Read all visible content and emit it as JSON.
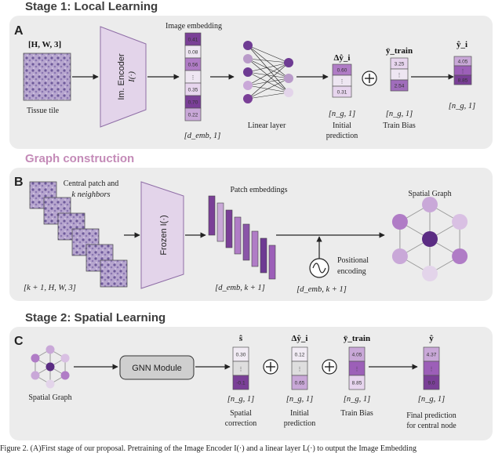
{
  "stage1": {
    "title": "Stage 1: Local Learning",
    "letter": "A",
    "input_shape": "[H, W, 3]",
    "tissue_label": "Tissue tile",
    "encoder_label": "Im. Encoder",
    "encoder_fn": "I(·)",
    "embedding_title": "Image embedding",
    "embedding_values": [
      "0.41",
      "0.08",
      "0.56",
      "⋮",
      "0.35",
      "0.70",
      "0.22"
    ],
    "embedding_dim": "[d_emb, 1]",
    "linear_label": "Linear layer",
    "delta_symbol": "Δŷ_i",
    "initial_values": [
      "0.60",
      "⋮",
      "0.31"
    ],
    "initial_dim": "[n_g, 1]",
    "initial_label_1": "Initial",
    "initial_label_2": "prediction",
    "train_symbol": "ȳ_train",
    "train_values": [
      "3.25",
      "⋮",
      "2.54"
    ],
    "train_dim": "[n_g, 1]",
    "train_label": "Train Bias",
    "output_symbol": "ŷ_i",
    "output_values": [
      "4.05",
      "⋮",
      "8.85"
    ],
    "output_dim": "[n_g, 1]"
  },
  "graph": {
    "title": "Graph construction",
    "letter": "B",
    "patch_label_1": "Central patch and",
    "patch_label_2": "k neighbors",
    "input_shape": "[k + 1, H, W, 3]",
    "encoder_label": "Frozen I(·)",
    "embeddings_title": "Patch embeddings",
    "embeddings_dim": "[d_emb, k + 1]",
    "pos_label_1": "Positional",
    "pos_label_2": "encoding",
    "pos_dim": "[d_emb, k + 1]",
    "spatial_title": "Spatial Graph"
  },
  "stage2": {
    "title": "Stage 2: Spatial Learning",
    "letter": "C",
    "graph_label": "Spatial Graph",
    "gnn_label": "GNN Module",
    "s_symbol": "ŝ",
    "s_values": [
      "0.30",
      "⋮",
      "-0.1"
    ],
    "s_dim": "[n_g, 1]",
    "s_label_1": "Spatial",
    "s_label_2": "correction",
    "delta_symbol": "Δŷ_i",
    "delta_values": [
      "0.12",
      "⋮",
      "0.65"
    ],
    "delta_dim": "[n_g, 1]",
    "delta_label_1": "Initial",
    "delta_label_2": "prediction",
    "train_symbol": "ȳ_train",
    "train_values": [
      "4.05",
      "⋮",
      "8.85"
    ],
    "train_dim": "[n_g, 1]",
    "train_label": "Train Bias",
    "out_symbol": "ŷ",
    "out_values": [
      "4.37",
      "⋮",
      "9.0"
    ],
    "out_dim": "[n_g, 1]",
    "out_label_1": "Final prediction",
    "out_label_2": "for central node"
  },
  "caption": "Figure 2. (A)First stage of our proposal. Pretraining of the Image Encoder I(·) and a linear layer L(·) to output the Image Embedding",
  "colors": {
    "panel_bg": "#ececec",
    "purple_light": "#e7d5ee",
    "purple_mid": "#b07cc6",
    "purple_dark": "#7a3f97",
    "encoder_fill": "#e3d4ea",
    "graph_title": "#c48bb8"
  }
}
